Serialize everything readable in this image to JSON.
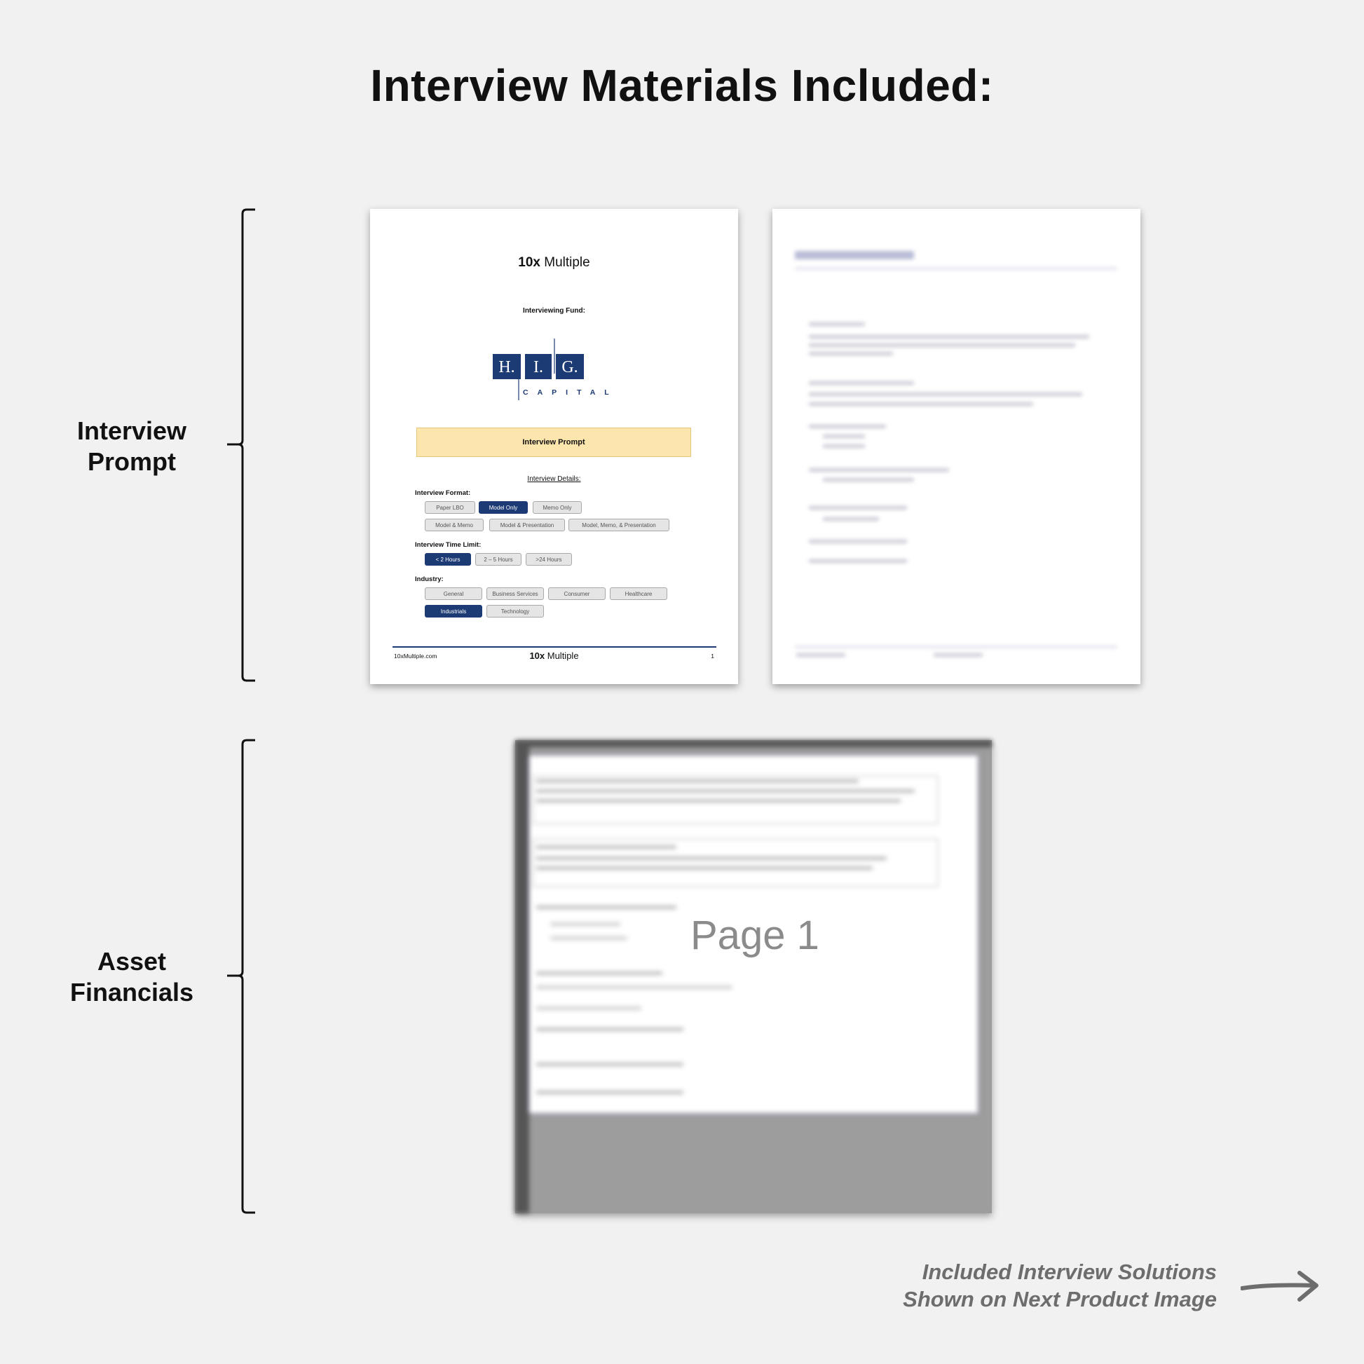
{
  "title": "Interview Materials Included:",
  "sections": {
    "interview_prompt_label": "Interview\nPrompt",
    "asset_financials_label": "Asset\nFinancials"
  },
  "page1": {
    "brand_bold": "10x",
    "brand_rest": " Multiple",
    "fund_label": "Interviewing Fund:",
    "logo": {
      "letters": [
        "H.",
        "I.",
        "G."
      ],
      "subtitle": "CAPITAL",
      "color": "#1c3a74"
    },
    "banner": "Interview Prompt",
    "details_label": "Interview Details:",
    "format_label": "Interview Format:",
    "format_options": [
      {
        "label": "Paper LBO",
        "selected": false
      },
      {
        "label": "Model Only",
        "selected": true
      },
      {
        "label": "Memo Only",
        "selected": false
      },
      {
        "label": "Model & Memo",
        "selected": false
      },
      {
        "label": "Model & Presentation",
        "selected": false
      },
      {
        "label": "Model, Memo, & Presentation",
        "selected": false
      }
    ],
    "time_label": "Interview Time Limit:",
    "time_options": [
      {
        "label": "< 2 Hours",
        "selected": true
      },
      {
        "label": "2 – 5 Hours",
        "selected": false
      },
      {
        "label": ">24 Hours",
        "selected": false
      }
    ],
    "industry_label": "Industry:",
    "industry_options": [
      {
        "label": "General",
        "selected": false
      },
      {
        "label": "Business Services",
        "selected": false
      },
      {
        "label": "Consumer",
        "selected": false
      },
      {
        "label": "Healthcare",
        "selected": false
      },
      {
        "label": "Industrials",
        "selected": true
      },
      {
        "label": "Technology",
        "selected": false
      }
    ],
    "footer_left": "10xMultiple.com",
    "footer_page": "1"
  },
  "sheet": {
    "watermark": "Page 1"
  },
  "caption": {
    "line1": "Included Interview Solutions",
    "line2": "Shown on Next Product Image"
  },
  "colors": {
    "accent": "#1c3a74",
    "banner": "#fde5ae",
    "background": "#f1f1f1"
  }
}
